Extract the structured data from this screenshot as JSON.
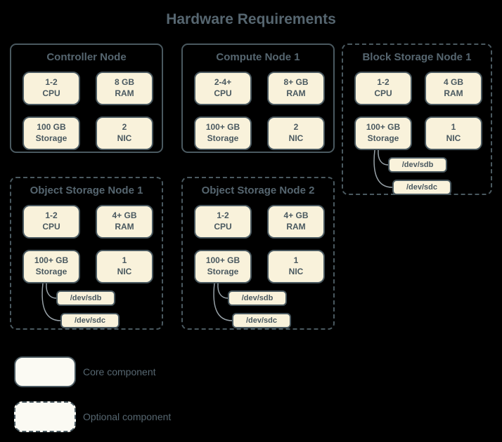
{
  "title": "Hardware Requirements",
  "colors": {
    "background": "#000000",
    "heading_text": "#566670",
    "border": "#4a5960",
    "component_fill": "#f9f2db",
    "component_text": "#4a5960",
    "legend_fill": "#fbfaf3",
    "connector": "#97a1a7"
  },
  "nodes": [
    {
      "title": "Controller Node",
      "style": "core",
      "components": [
        {
          "line1": "1-2",
          "line2": "CPU"
        },
        {
          "line1": "8 GB",
          "line2": "RAM"
        },
        {
          "line1": "100 GB",
          "line2": "Storage"
        },
        {
          "line1": "2",
          "line2": "NIC"
        }
      ],
      "disks": []
    },
    {
      "title": "Compute Node 1",
      "style": "core",
      "components": [
        {
          "line1": "2-4+",
          "line2": "CPU"
        },
        {
          "line1": "8+ GB",
          "line2": "RAM"
        },
        {
          "line1": "100+ GB",
          "line2": "Storage"
        },
        {
          "line1": "2",
          "line2": "NIC"
        }
      ],
      "disks": []
    },
    {
      "title": "Block Storage Node 1",
      "style": "optional",
      "components": [
        {
          "line1": "1-2",
          "line2": "CPU"
        },
        {
          "line1": "4 GB",
          "line2": "RAM"
        },
        {
          "line1": "100+ GB",
          "line2": "Storage"
        },
        {
          "line1": "1",
          "line2": "NIC"
        }
      ],
      "disks": [
        "/dev/sdb",
        "/dev/sdc"
      ]
    },
    {
      "title": "Object Storage Node 1",
      "style": "optional",
      "components": [
        {
          "line1": "1-2",
          "line2": "CPU"
        },
        {
          "line1": "4+ GB",
          "line2": "RAM"
        },
        {
          "line1": "100+ GB",
          "line2": "Storage"
        },
        {
          "line1": "1",
          "line2": "NIC"
        }
      ],
      "disks": [
        "/dev/sdb",
        "/dev/sdc"
      ]
    },
    {
      "title": "Object Storage Node 2",
      "style": "optional",
      "components": [
        {
          "line1": "1-2",
          "line2": "CPU"
        },
        {
          "line1": "4+ GB",
          "line2": "RAM"
        },
        {
          "line1": "100+ GB",
          "line2": "Storage"
        },
        {
          "line1": "1",
          "line2": "NIC"
        }
      ],
      "disks": [
        "/dev/sdb",
        "/dev/sdc"
      ]
    }
  ],
  "legend": [
    {
      "label": "Core component",
      "style": "core"
    },
    {
      "label": "Optional component",
      "style": "optional"
    }
  ]
}
